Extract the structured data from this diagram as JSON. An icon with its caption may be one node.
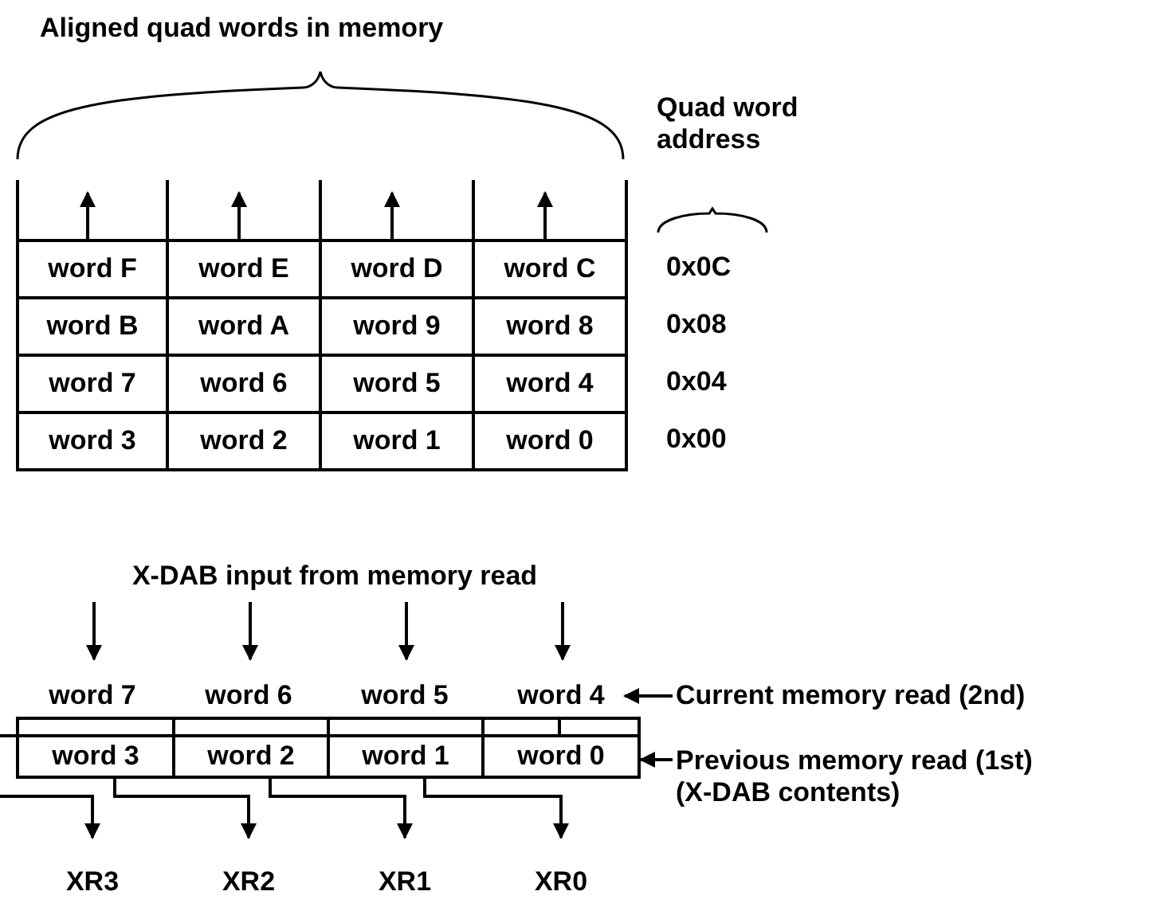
{
  "diagram": {
    "nodes": [
      {
        "text": [
          "word F"
        ]
      },
      {
        "text": [
          "word E"
        ]
      },
      {
        "text": [
          "word D"
        ]
      },
      {
        "text": [
          "word C"
        ]
      },
      {
        "text": [
          "word B"
        ]
      },
      {
        "text": [
          "word A"
        ]
      },
      {
        "text": [
          "word 9"
        ]
      },
      {
        "text": [
          "word 8"
        ]
      },
      {
        "text": [
          "word 7"
        ]
      },
      {
        "text": [
          "word 6"
        ]
      },
      {
        "text": [
          "word 5"
        ]
      },
      {
        "text": [
          "word 4"
        ]
      },
      {
        "text": [
          "word 3"
        ]
      },
      {
        "text": [
          "word 2"
        ]
      },
      {
        "text": [
          "word 1"
        ]
      },
      {
        "text": [
          "word 0"
        ]
      },
      {
        "text": [
          "X-DAB input from memory read"
        ]
      },
      {
        "text": [
          "word 7"
        ]
      },
      {
        "text": [
          "word 6"
        ]
      },
      {
        "text": [
          "word 5"
        ]
      },
      {
        "text": [
          "word 4"
        ]
      },
      {
        "text": [
          "Current memory read (2nd)"
        ]
      },
      {
        "text": [
          "word 3"
        ]
      },
      {
        "text": [
          "word 2"
        ]
      },
      {
        "text": [
          "word 1"
        ]
      },
      {
        "text": [
          "word 0"
        ]
      },
      {
        "text": [
          "Previous memory read (1st) (X-DAB contents)"
        ]
      },
      {
        "text": [
          "XR3"
        ]
      },
      {
        "text": [
          "XR2"
        ]
      },
      {
        "text": [
          "XR1"
        ]
      },
      {
        "text": [
          "XR0"
        ]
      }
    ],
    "edges": [
      {
        "from": 0,
        "to": null,
        "arrow": "to"
      },
      {
        "from": 1,
        "to": null,
        "arrow": "to"
      },
      {
        "from": 2,
        "to": null,
        "arrow": "to"
      },
      {
        "from": 3,
        "to": null,
        "arrow": "to"
      },
      {
        "from": 16,
        "to": 17,
        "arrow": "to"
      },
      {
        "from": 16,
        "to": 18,
        "arrow": "to"
      },
      {
        "from": 16,
        "to": 19,
        "arrow": "to"
      },
      {
        "from": 16,
        "to": 20,
        "arrow": "to"
      },
      {
        "from": 21,
        "to": 20,
        "arrow": "to"
      },
      {
        "from": 26,
        "to": 25,
        "arrow": "to"
      },
      {
        "from": null,
        "to": 27,
        "arrow": "to"
      },
      {
        "from": 22,
        "to": 28,
        "arrow": "to"
      },
      {
        "from": 23,
        "to": 29,
        "arrow": "to"
      },
      {
        "from": 24,
        "to": 30,
        "arrow": "to"
      }
    ],
    "labels": [
      "Aligned quad words in memory",
      "Quad word address",
      "0x0C",
      "0x08",
      "0x04",
      "0x00"
    ]
  }
}
